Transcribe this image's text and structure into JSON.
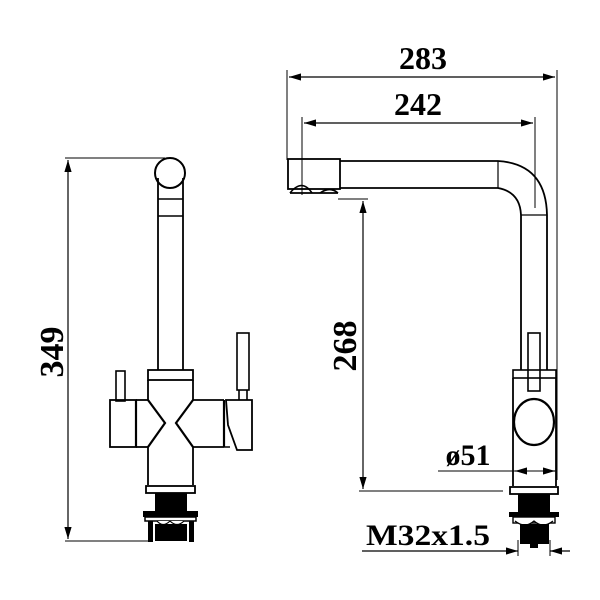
{
  "drawing": {
    "type": "faucet technical dimension drawing",
    "views": [
      "side-view",
      "front-profile-view"
    ],
    "colors": {
      "line": "#000000",
      "background": "#ffffff"
    }
  },
  "dimensions": {
    "total_height": "349",
    "total_reach": "283",
    "spout_reach": "242",
    "spout_height": "268",
    "base_diameter": "ø51",
    "thread": "M32x1.5"
  }
}
